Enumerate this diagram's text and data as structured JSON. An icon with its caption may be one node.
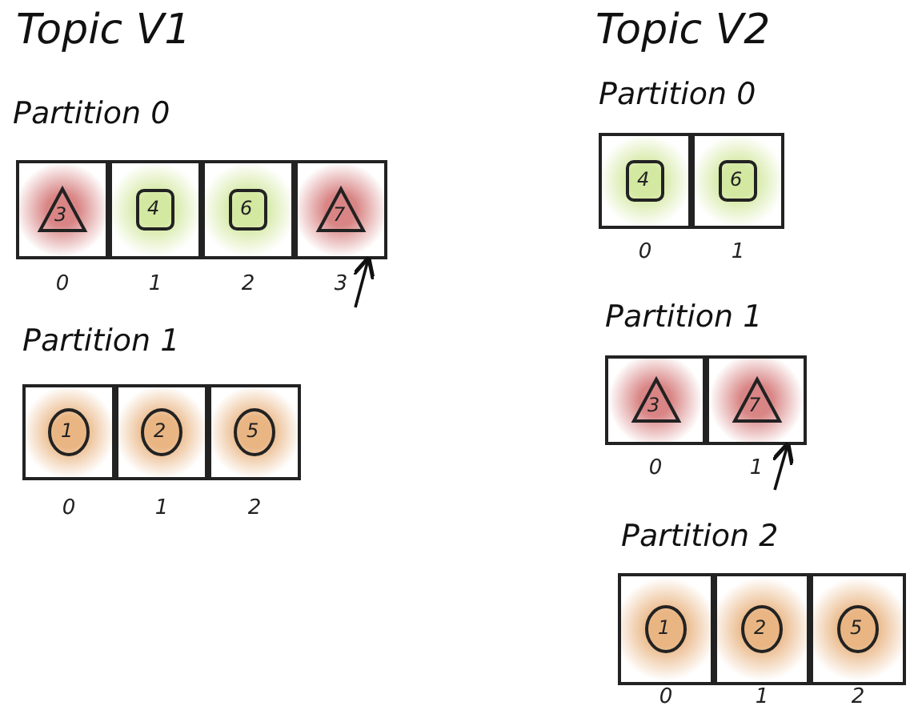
{
  "diagram": {
    "nodes": [
      {
        "text": [
          "Partition 0"
        ]
      },
      {
        "text": [
          "3"
        ],
        "in": 0,
        "beside": [
          "0"
        ]
      },
      {
        "text": [
          "4"
        ],
        "in": 0,
        "beside": [
          "1"
        ]
      },
      {
        "text": [
          "6"
        ],
        "in": 0,
        "beside": [
          "2"
        ]
      },
      {
        "text": [
          "7"
        ],
        "in": 0,
        "beside": [
          "3"
        ]
      },
      {
        "text": [
          "Partition 1"
        ]
      },
      {
        "text": [
          "1"
        ],
        "in": 5,
        "beside": [
          "0"
        ]
      },
      {
        "text": [
          "2"
        ],
        "in": 5,
        "beside": [
          "1"
        ]
      },
      {
        "text": [
          "5"
        ],
        "in": 5,
        "beside": [
          "2"
        ]
      },
      {
        "text": [
          "Partition 0"
        ]
      },
      {
        "text": [
          "4"
        ],
        "in": 9,
        "beside": [
          "0"
        ]
      },
      {
        "text": [
          "6"
        ],
        "in": 9,
        "beside": [
          "1"
        ]
      },
      {
        "text": [
          "Partition 1"
        ]
      },
      {
        "text": [
          "3"
        ],
        "in": 12,
        "beside": [
          "0"
        ]
      },
      {
        "text": [
          "7"
        ],
        "in": 12,
        "beside": [
          "1"
        ]
      },
      {
        "text": [
          "Partition 2"
        ]
      },
      {
        "text": [
          "1"
        ],
        "in": 15,
        "beside": [
          "0"
        ]
      },
      {
        "text": [
          "2"
        ],
        "in": 15,
        "beside": [
          "1"
        ]
      },
      {
        "text": [
          "5"
        ],
        "in": 15,
        "beside": [
          "2"
        ]
      }
    ],
    "edges": [
      {
        "from": null,
        "to": 4,
        "arrow": "to"
      },
      {
        "from": null,
        "to": 14,
        "arrow": "to"
      }
    ],
    "labels": [
      "Topic V1",
      "Topic V2"
    ]
  }
}
